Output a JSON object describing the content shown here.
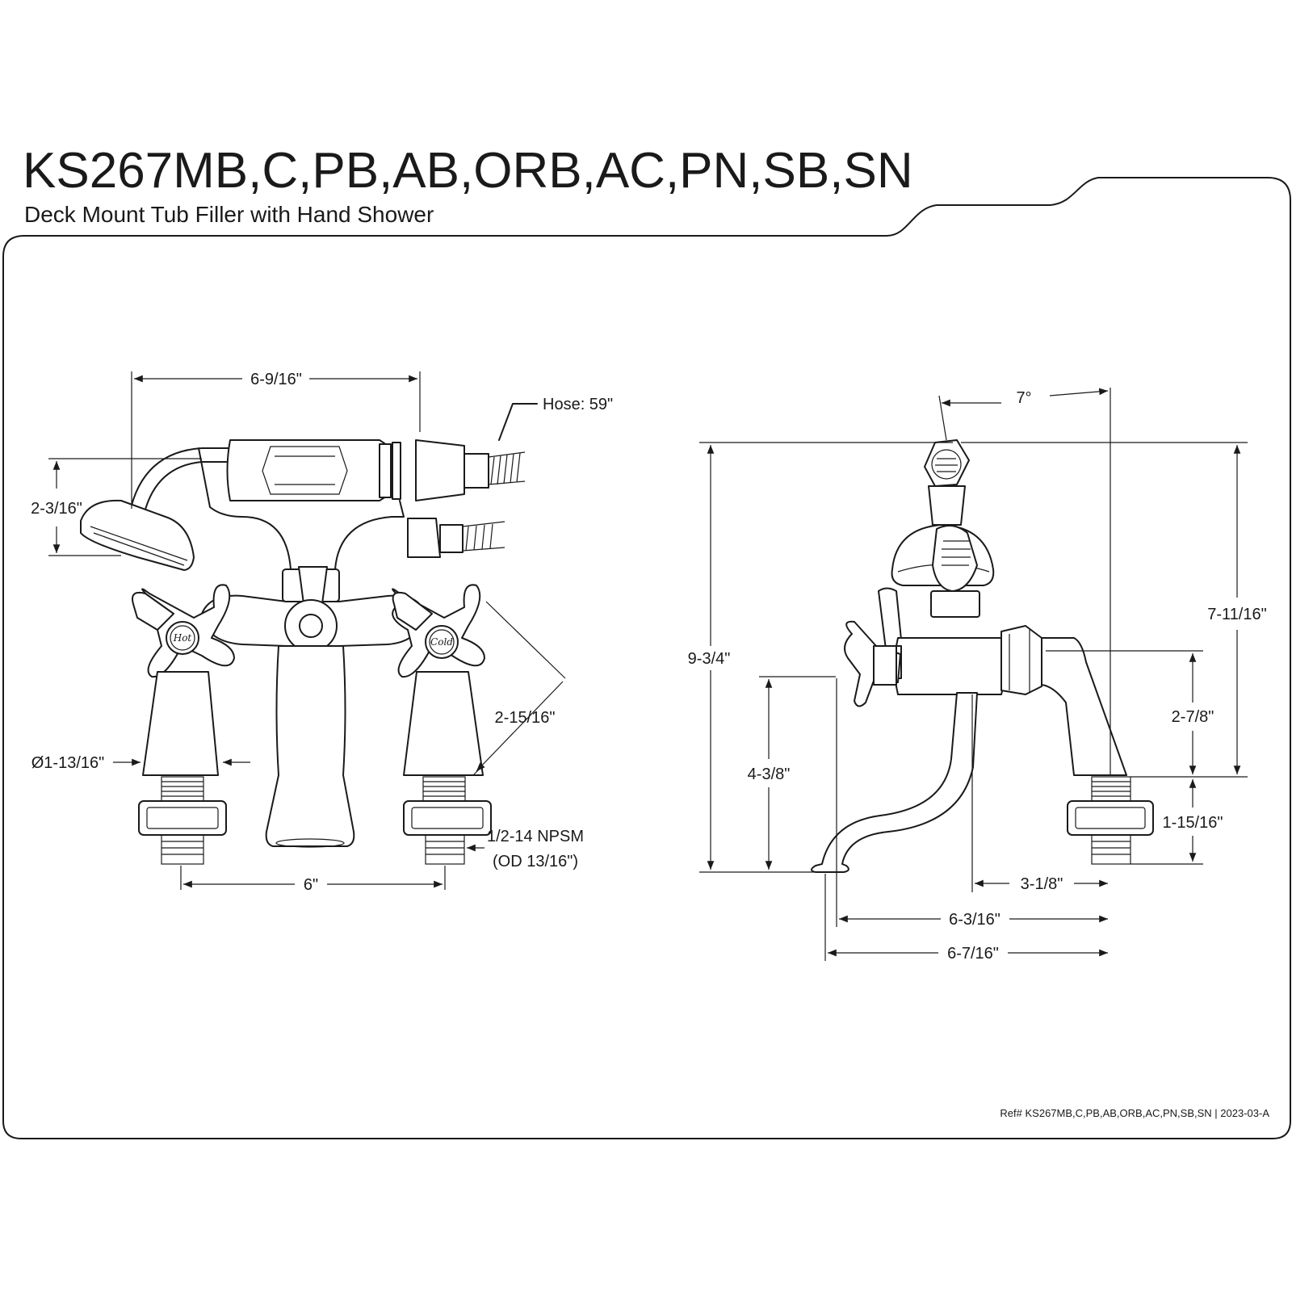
{
  "header": {
    "title": "KS267MB,C,PB,AB,ORB,AC,PN,SB,SN",
    "subtitle": "Deck Mount Tub Filler with Hand Shower"
  },
  "front_view": {
    "width_handshower": "6-9/16\"",
    "hose": "Hose: 59\"",
    "height_handshower": "2-3/16\"",
    "handle_reach": "2-15/16\"",
    "escutcheon_diameter": "Ø1-13/16\"",
    "thread_spec": "1/2-14 NPSM",
    "thread_od": "(OD 13/16\")",
    "center_spacing": "6\"",
    "hot_label": "Hot",
    "cold_label": "Cold"
  },
  "side_view": {
    "angle": "7°",
    "overall_height": "9-3/4\"",
    "cradle_height": "7-11/16\"",
    "spout_height": "4-3/8\"",
    "body_height": "2-7/8\"",
    "shank_length": "1-15/16\"",
    "spout_offset": "3-1/8\"",
    "spout_reach": "6-3/16\"",
    "overall_depth": "6-7/16\""
  },
  "footer": {
    "ref": "Ref# KS267MB,C,PB,AB,ORB,AC,PN,SB,SN | 2023-03-A"
  }
}
